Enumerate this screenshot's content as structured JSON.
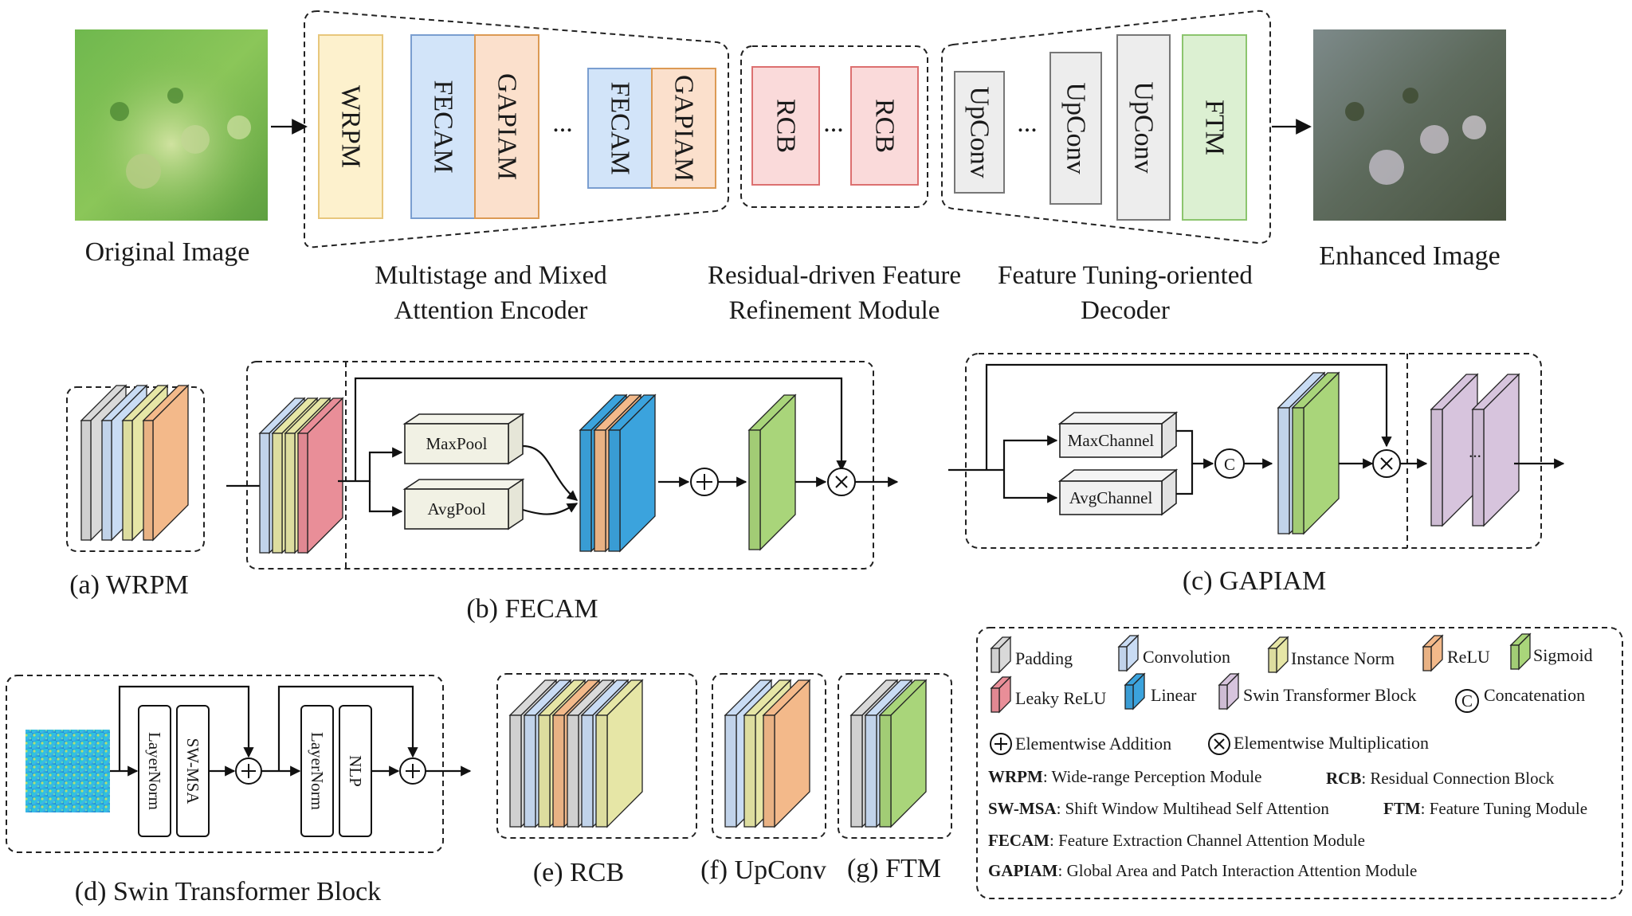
{
  "overview": {
    "input_label": "Original Image",
    "output_label": "Enhanced Image",
    "encoder_label": [
      "Multistage and Mixed",
      "Attention Encoder"
    ],
    "refinement_label": [
      "Residual-driven Feature",
      "Refinement Module"
    ],
    "decoder_label": [
      "Feature Tuning-oriented",
      "Decoder"
    ],
    "encoder_blocks": [
      "WRPM",
      "FECAM",
      "GAPIAM",
      "FECAM",
      "GAPIAM"
    ],
    "refinement_blocks": [
      "RCB",
      "RCB"
    ],
    "decoder_blocks": [
      "UpConv",
      "UpConv",
      "UpConv",
      "FTM"
    ],
    "ellipsis": "..."
  },
  "captions": {
    "a": "(a) WRPM",
    "b": "(b) FECAM",
    "c": "(c) GAPIAM",
    "d": "(d) Swin Transformer Block",
    "e": "(e) RCB",
    "f": "(f) UpConv",
    "g": "(g) FTM"
  },
  "fecam": {
    "maxpool": "MaxPool",
    "avgpool": "AvgPool"
  },
  "gapiam": {
    "maxchannel": "MaxChannel",
    "avgchannel": "AvgChannel",
    "concat": "C",
    "ellipsis": "..."
  },
  "swin": {
    "ln1": "LayerNorm",
    "swmsa": "SW-MSA",
    "ln2": "LayerNorm",
    "nlp": "NLP"
  },
  "legend": {
    "padding": "Padding",
    "convolution": "Convolution",
    "instance_norm": "Instance Norm",
    "relu": "ReLU",
    "sigmoid": "Sigmoid",
    "leaky_relu": "Leaky ReLU",
    "linear": "Linear",
    "swin_block": "Swin Transformer Block",
    "concatenation": "Concatenation",
    "concat_symbol": "C",
    "elem_add": "Elementwise Addition",
    "elem_mul": "Elementwise Multiplication",
    "defs": [
      {
        "abbr": "WRPM",
        "text": ":  Wide-range Perception Module"
      },
      {
        "abbr": "RCB",
        "text": ": Residual Connection Block"
      },
      {
        "abbr": "SW-MSA",
        "text": ": Shift Window Multihead Self Attention"
      },
      {
        "abbr": "FTM",
        "text": ": Feature Tuning Module"
      },
      {
        "abbr": "FECAM",
        "text": ": Feature Extraction Channel Attention Module"
      },
      {
        "abbr": "GAPIAM",
        "text": ": Global Area and Patch Interaction Attention Module"
      }
    ]
  },
  "colors": {
    "padding": "#d9d9d9",
    "convolution": "#c9dcf4",
    "instance_norm": "#e6e6a6",
    "relu": "#f3b98a",
    "sigmoid": "#a9d57a",
    "leaky_relu": "#e98e98",
    "linear": "#3ba3dd",
    "swin": "#d7c4dd",
    "wrpm_fill": "#fdf1cd",
    "wrpm_stroke": "#e8c77c",
    "fecam_fill": "#d2e4f9",
    "fecam_stroke": "#7a9ed0",
    "gapiam_fill": "#fbe0cc",
    "gapiam_stroke": "#dc9a54",
    "rcb_fill": "#fadada",
    "rcb_stroke": "#dc7070",
    "upconv_fill": "#ededed",
    "upconv_stroke": "#777777",
    "ftm_fill": "#dcf0d2",
    "ftm_stroke": "#8cc56e"
  }
}
